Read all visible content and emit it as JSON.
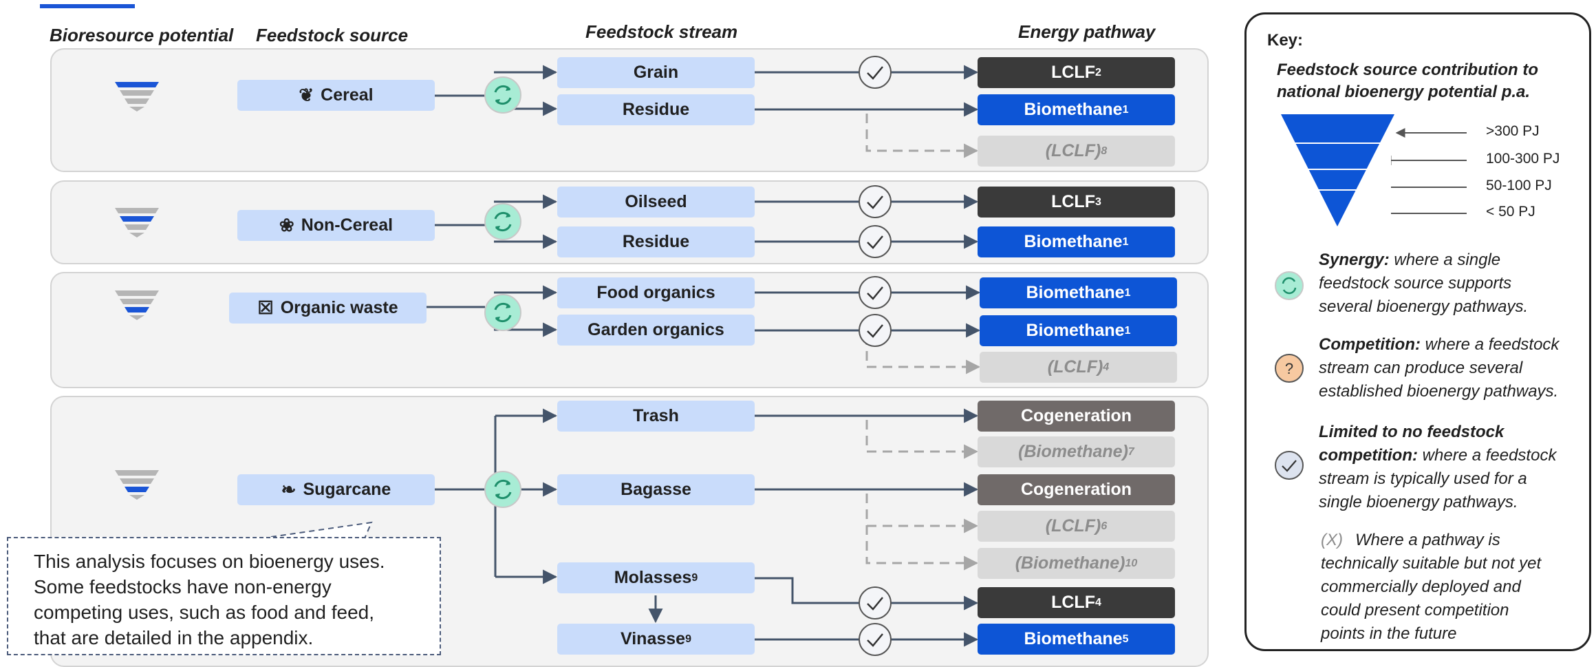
{
  "headers": {
    "potential": "Bioresource potential",
    "source": "Feedstock source",
    "stream": "Feedstock stream",
    "pathway": "Energy pathway"
  },
  "sources": [
    {
      "name": "Cereal",
      "icon": "wheat-icon"
    },
    {
      "name": "Non-Cereal",
      "icon": "plant-icon"
    },
    {
      "name": "Organic waste",
      "icon": "trash-icon"
    },
    {
      "name": "Sugarcane",
      "icon": "sugarcane-icon"
    }
  ],
  "potential_levels": {
    "cereal": ">300 PJ",
    "noncereal": "100-300 PJ",
    "organic": "50-100 PJ",
    "sugarcane": "50-100 PJ"
  },
  "streams": {
    "grain": "Grain",
    "residue1": "Residue",
    "oilseed": "Oilseed",
    "residue2": "Residue",
    "food": "Food organics",
    "garden": "Garden organics",
    "trash": "Trash",
    "bagasse": "Bagasse",
    "molasses": "Molasses",
    "molasses_sup": "9",
    "vinasse": "Vinasse",
    "vinasse_sup": "9"
  },
  "pathways": {
    "p1": {
      "label": "LCLF",
      "sup": "2"
    },
    "p2": {
      "label": "Biomethane",
      "sup": "1"
    },
    "p3": {
      "label": "(LCLF)",
      "sup": "8"
    },
    "p4": {
      "label": "LCLF",
      "sup": "3"
    },
    "p5": {
      "label": "Biomethane",
      "sup": "1"
    },
    "p6": {
      "label": "Biomethane",
      "sup": "1"
    },
    "p7": {
      "label": "Biomethane",
      "sup": "1"
    },
    "p8": {
      "label": "(LCLF)",
      "sup": " 4"
    },
    "p9": {
      "label": "Cogeneration",
      "sup": ""
    },
    "p10": {
      "label": "(Biomethane)",
      "sup": "7"
    },
    "p11": {
      "label": "Cogeneration",
      "sup": ""
    },
    "p12": {
      "label": "(LCLF)",
      "sup": "6"
    },
    "p13": {
      "label": "(Biomethane)",
      "sup": "10"
    },
    "p14": {
      "label": "LCLF",
      "sup": "4"
    },
    "p15": {
      "label": "Biomethane",
      "sup": "5"
    }
  },
  "note": {
    "lines": [
      "This analysis focuses on bioenergy uses.",
      "Some feedstocks have non-energy",
      "competing uses, such as food and feed,",
      "that are detailed in the appendix."
    ]
  },
  "key": {
    "title": "Key:",
    "funnel_heading_1": "Feedstock source contribution to",
    "funnel_heading_2": "national bioenergy potential p.a.",
    "levels": [
      ">300 PJ",
      "100-300 PJ",
      "50-100 PJ",
      "< 50 PJ"
    ],
    "synergy_label": "Synergy:",
    "synergy_text_1": " where a single",
    "synergy_text_2": "feedstock source supports",
    "synergy_text_3": "several bioenergy pathways.",
    "competition_label": "Competition:",
    "competition_text_1": " where a feedstock",
    "competition_text_2": "stream can produce several",
    "competition_text_3": "established bioenergy pathways.",
    "limited_label_1": "Limited to no feedstock",
    "limited_label_2": "competition:",
    "limited_text_1": " where a feedstock",
    "limited_text_2": "stream is typically used for a",
    "limited_text_3": "single bioenergy pathways.",
    "x_marker": "(X)",
    "x_text_1": "Where a pathway is",
    "x_text_2": "technically suitable but not yet",
    "x_text_3": "commercially deployed and",
    "x_text_4": "could present competition",
    "x_text_5": "points in the future"
  },
  "colors": {
    "stream_fill": "#c9dcfb",
    "lclf": "#3a3a3a",
    "biomethane": "#0d55d6",
    "cogeneration": "#706a69",
    "potential": "#d9d9d9",
    "synergy": "#a8ecd5",
    "competition": "#f7c9a1",
    "limited": "#dde3ef",
    "arrow": "#44546a"
  }
}
